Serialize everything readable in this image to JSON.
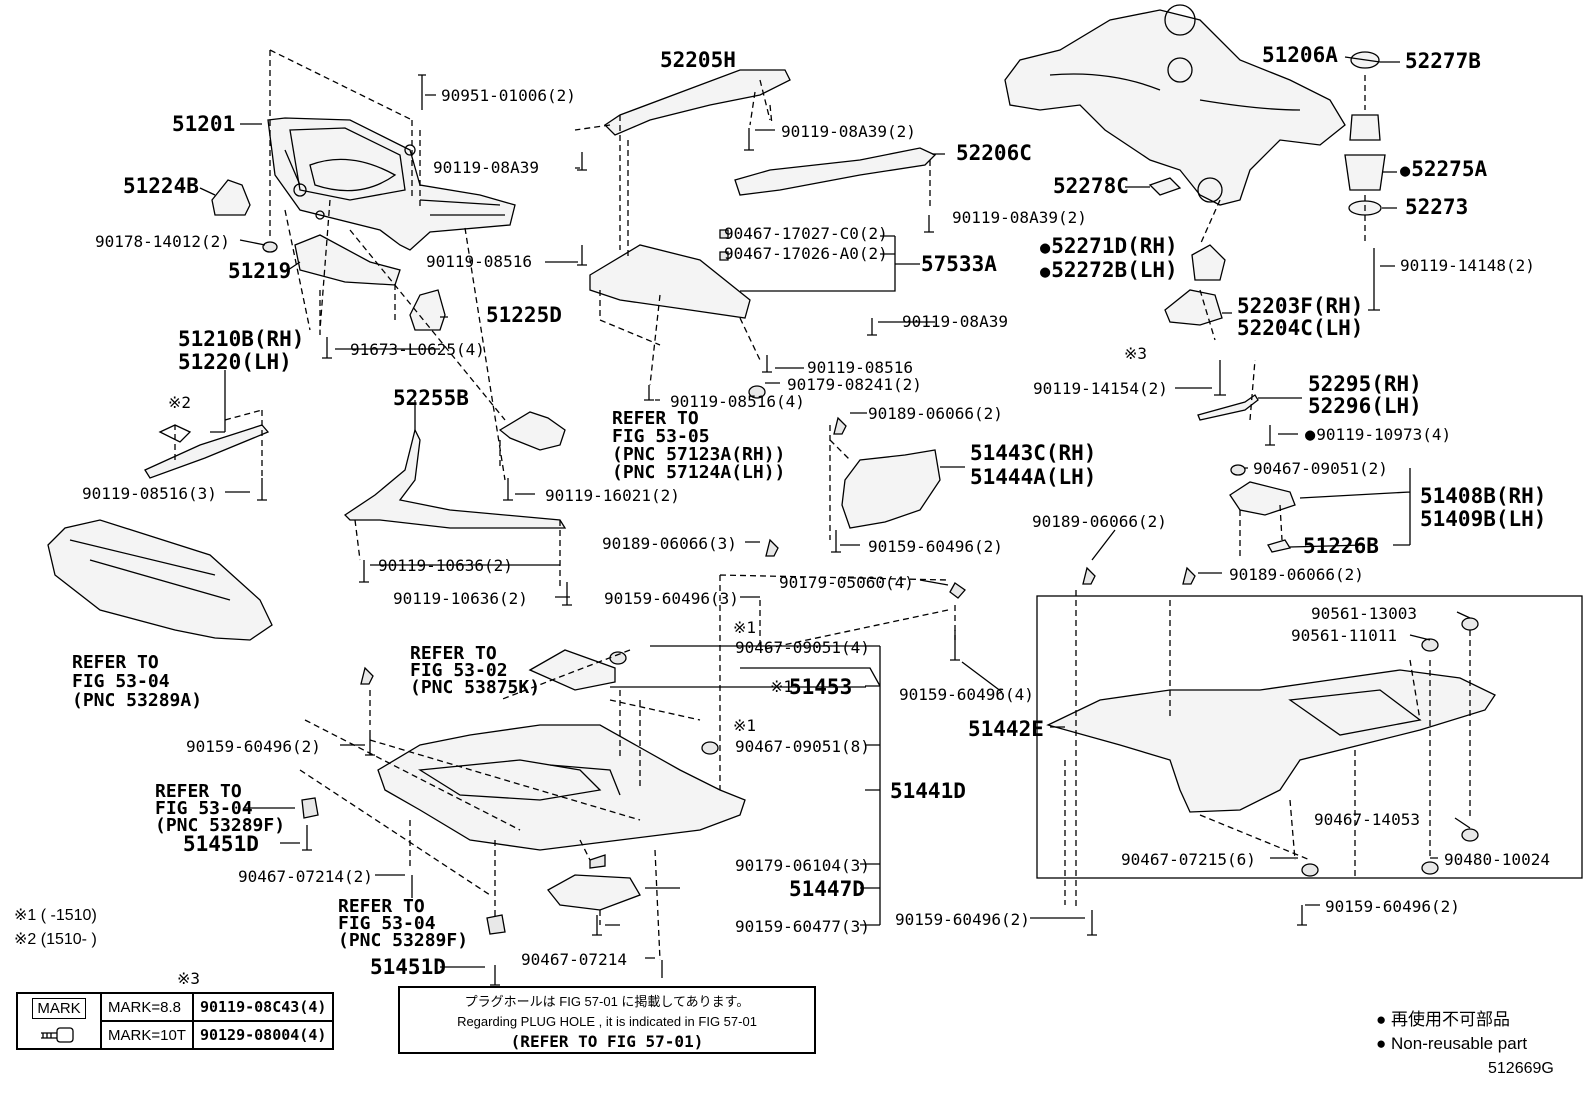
{
  "parts": {
    "p51201": "51201",
    "p90951": "90951-01006(2)",
    "p52205H": "52205H",
    "p90119_08A39_2a": "90119-08A39(2)",
    "p52206C": "52206C",
    "p90119_08A39_2b": "90119-08A39(2)",
    "p51206A": "51206A",
    "p52277B": "52277B",
    "p52275A": "52275A",
    "p52273": "52273",
    "p52278C": "52278C",
    "p52271D": "52271D(RH)",
    "p52272B": "52272B(LH)",
    "p90119_14148": "90119-14148(2)",
    "p52203F": "52203F(RH)",
    "p52204C": "52204C(LH)",
    "p51224B": "51224B",
    "p90119_08A39": "90119-08A39",
    "p90178": "90178-14012(2)",
    "p51219": "51219",
    "p90467_17027": "90467-17027-C0(2)",
    "p90467_17026": "90467-17026-A0(2)",
    "p57533A": "57533A",
    "p90119_08516": "90119-08516",
    "p90119_08A39_c": "90119-08A39",
    "p51225D": "51225D",
    "p91673": "91673-L0625(4)",
    "p51210B": "51210B(RH)",
    "p51220": "51220(LH)",
    "p90119_08516_b": "90119-08516",
    "p90179_08241": "90179-08241(2)",
    "p90119_08516_4": "90119-08516(4)",
    "p90119_14154": "90119-14154(2)",
    "p52295": "52295(RH)",
    "p52296": "52296(LH)",
    "p52255B": "52255B",
    "p90119_10973": "90119-10973(4)",
    "p90189_06066_2a": "90189-06066(2)",
    "p51443C": "51443C(RH)",
    "p51444A": "51444A(LH)",
    "p90467_09051_2": "90467-09051(2)",
    "p51408B": "51408B(RH)",
    "p51409B": "51409B(LH)",
    "p90119_08516_3": "90119-08516(3)",
    "p90119_16021": "90119-16021(2)",
    "p90159_60496_2a": "90159-60496(2)",
    "p90189_06066_2b": "90189-06066(2)",
    "p51226B": "51226B",
    "p90119_10636_2a": "90119-10636(2)",
    "p90189_06066_3": "90189-06066(3)",
    "p90179_05060": "90179-05060(4)",
    "p90189_06066_2c": "90189-06066(2)",
    "p90119_10636_2b": "90119-10636(2)",
    "p90159_60496_3": "90159-60496(3)",
    "p90467_09051_4": "90467-09051(4)",
    "p90561_13003": "90561-13003",
    "p90561_11011": "90561-11011",
    "p51453": "51453",
    "p90159_60496_4": "90159-60496(4)",
    "p51442E": "51442E",
    "p90159_60496_2b": "90159-60496(2)",
    "p90467_09051_8": "90467-09051(8)",
    "p51441D": "51441D",
    "p51451D_a": "51451D",
    "p90467_14053": "90467-14053",
    "p90467_07214_2": "90467-07214(2)",
    "p90179_06104": "90179-06104(3)",
    "p90467_07215": "90467-07215(6)",
    "p90480_10024": "90480-10024",
    "p51447D": "51447D",
    "p90159_60477": "90159-60477(3)",
    "p90159_60496_2c": "90159-60496(2)",
    "p90159_60496_2d": "90159-60496(2)",
    "p90467_07214": "90467-07214",
    "p51451D_b": "51451D"
  },
  "refs": {
    "r1_l1": "REFER TO",
    "r1_l2": "FIG 53-05",
    "r1_l3": "(PNC 57123A(RH))",
    "r1_l4": "(PNC 57124A(LH))",
    "r2_l1": "REFER TO",
    "r2_l2": "FIG 53-04",
    "r2_l3": "(PNC 53289A)",
    "r3_l1": "REFER TO",
    "r3_l2": "FIG 53-02",
    "r3_l3": "(PNC 53875K)",
    "r4_l1": "REFER TO",
    "r4_l2": "FIG 53-04",
    "r4_l3": "(PNC 53289F)",
    "r5_l1": "REFER TO",
    "r5_l2": "FIG 53-04",
    "r5_l3": "(PNC 53289F)"
  },
  "marks": {
    "k3a": "※3",
    "k2": "※2",
    "k1a": "※1",
    "k1b": "※1",
    "k1c": "※1",
    "k3b": "※3"
  },
  "footnotes": {
    "f1": "※1 (     -1510)",
    "f2": "※2 (1510-     )"
  },
  "mark_table": {
    "header": "MARK",
    "row1_mark": "MARK=8.8",
    "row1_part": "90119-08C43(4)",
    "row2_mark": "MARK=10T",
    "row2_part": "90129-08004(4)"
  },
  "note": {
    "jp": "プラグホールは FIG 57-01 に掲載してあります。",
    "en": "Regarding  PLUG HOLE , it is indicated in FIG  57-01",
    "ref": "(REFER TO FIG 57-01)"
  },
  "legend": {
    "jp": "再使用不可部品",
    "en": "Non-reusable part"
  },
  "figure_id": "512669G"
}
